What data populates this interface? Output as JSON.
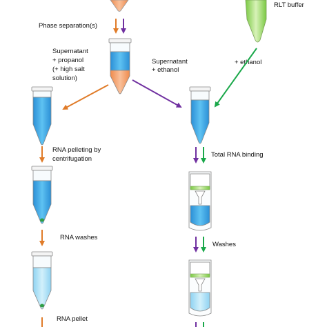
{
  "labels": {
    "phase_separation": "Phase separation(s)",
    "rlt_buffer": "RLT buffer",
    "supernatant_propanol_1": "Supernatant",
    "supernatant_propanol_2": "+ propanol",
    "supernatant_propanol_3": "(+ high salt",
    "supernatant_propanol_4": "solution)",
    "supernatant_ethanol_1": "Supernatant",
    "supernatant_ethanol_2": "+ ethanol",
    "plus_ethanol": "+ ethanol",
    "rna_pelleting_1": "RNA pelleting by",
    "rna_pelleting_2": "centrifugation",
    "total_rna_binding": "Total RNA binding",
    "rna_washes": "RNA washes",
    "washes": "Washes",
    "rna_pellet": "RNA pellet"
  },
  "colors": {
    "orange": "#e07b28",
    "purple": "#7030a0",
    "green": "#1aa84a",
    "tube_blue": "#35a7e6",
    "tube_light_blue": "#a9def5",
    "tube_orange": "#f5a572",
    "column_green": "#92d050"
  }
}
